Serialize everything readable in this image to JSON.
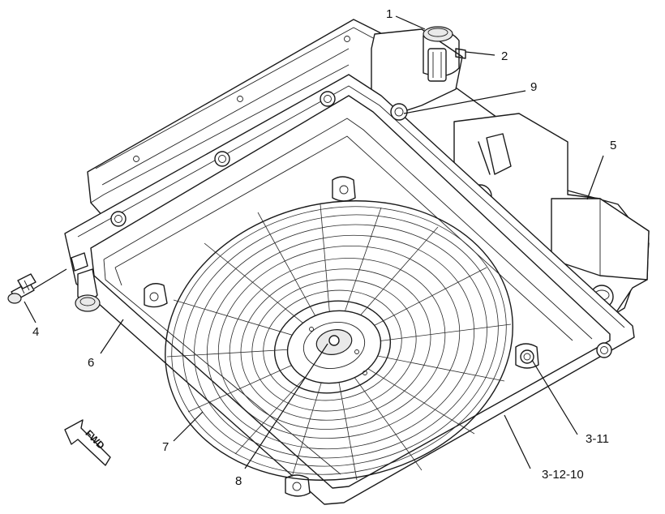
{
  "callouts": [
    {
      "id": "1",
      "label": "1"
    },
    {
      "id": "2",
      "label": "2"
    },
    {
      "id": "9",
      "label": "9"
    },
    {
      "id": "5",
      "label": "5"
    },
    {
      "id": "4",
      "label": "4"
    },
    {
      "id": "6",
      "label": "6"
    },
    {
      "id": "7",
      "label": "7"
    },
    {
      "id": "8",
      "label": "8"
    },
    {
      "id": "3-11",
      "label": "3-11"
    },
    {
      "id": "3-12-10",
      "label": "3-12-10"
    }
  ],
  "direction_arrow": {
    "label": "FWD"
  },
  "colors": {
    "line": "#1a1a1a",
    "background": "#ffffff"
  }
}
